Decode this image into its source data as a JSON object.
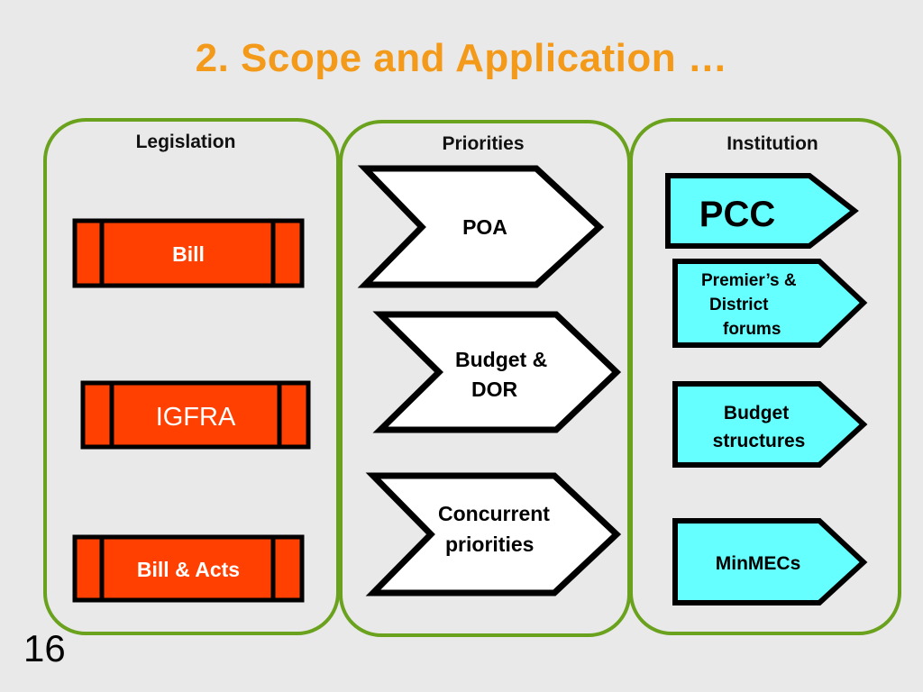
{
  "slide": {
    "title": "2.  Scope and Application …",
    "number": "16"
  },
  "colors": {
    "title": "#f39a1a",
    "panel_border": "#6aa21e",
    "bill_fill": "#ff4000",
    "institution_fill": "#66ffff",
    "priority_fill": "#ffffff",
    "outline": "#000000"
  },
  "columns": {
    "legislation": {
      "heading": "Legislation",
      "items": [
        "Bill",
        "IGFRA",
        "Bill & Acts"
      ]
    },
    "priorities": {
      "heading": "Priorities",
      "items": [
        {
          "lines": [
            "POA"
          ]
        },
        {
          "lines": [
            "Budget &",
            "DOR"
          ]
        },
        {
          "lines": [
            "Concurrent",
            "priorities"
          ]
        }
      ]
    },
    "institution": {
      "heading": "Institution",
      "items": [
        {
          "lines": [
            "PCC"
          ]
        },
        {
          "lines": [
            "Premier’s &",
            "District",
            "forums"
          ]
        },
        {
          "lines": [
            "Budget",
            "structures"
          ]
        },
        {
          "lines": [
            "MinMECs"
          ]
        }
      ]
    }
  }
}
